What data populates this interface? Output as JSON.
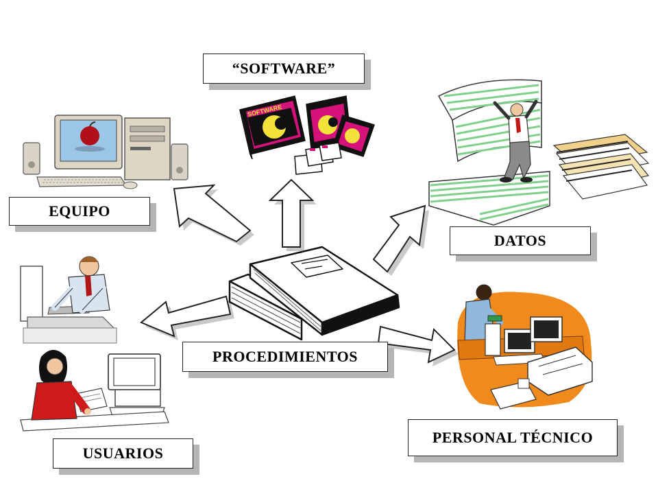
{
  "labels": {
    "software": "“SOFTWARE”",
    "equipo": "EQUIPO",
    "datos": "DATOS",
    "procedimientos": "PROCEDIMIENTOS",
    "personal_tecnico": "PERSONAL TÉCNICO",
    "usuarios": "USUARIOS"
  },
  "illustrations": {
    "software_box_text": "SOFTWARE"
  },
  "colors": {
    "label_border": "#222222",
    "label_shadow": "#b5b5b5",
    "arrow_fill": "#ffffff",
    "arrow_stroke": "#222222",
    "paper_green": "#7fd08a",
    "software_yellow": "#f3e23a",
    "software_magenta": "#d4127a",
    "monitor_beige": "#ddd6c4",
    "orange_desk": "#f08a1c",
    "shirt_blue": "#8fb8dc",
    "shirt_red": "#d01a1a"
  },
  "icons": [
    "computer-icon",
    "software-boxes-icon",
    "data-paper-icon",
    "user-at-desk-icon",
    "woman-at-computer-icon",
    "technician-icon",
    "book-icon"
  ]
}
